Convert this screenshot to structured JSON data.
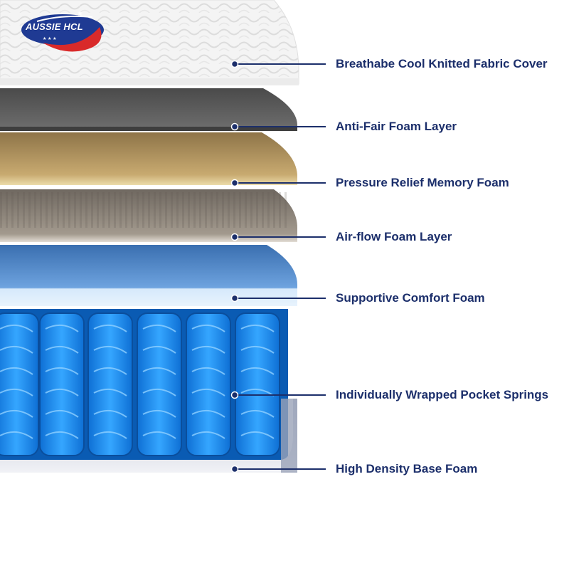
{
  "brand": {
    "logo_text": "AUSSIE HCL",
    "colors": {
      "blue": "#1f3a93",
      "red": "#d92a2a",
      "white": "#ffffff"
    }
  },
  "layers": [
    {
      "label": "Breathabe Cool Knitted Fabric Cover",
      "color": "#f2f2f2"
    },
    {
      "label": "Anti-Fair Foam Layer",
      "color": "#5e5e5e"
    },
    {
      "label": "Pressure Relief Memory Foam",
      "color": "#a88d5a"
    },
    {
      "label": "Air-flow Foam Layer",
      "color": "#7d766c"
    },
    {
      "label": "Supportive Comfort Foam",
      "color": "#4a83c6"
    },
    {
      "label": "Individually Wrapped Pocket Springs",
      "color": "#1a8ff0"
    },
    {
      "label": "High Density Base Foam",
      "color": "#d9dce6"
    }
  ],
  "accent_color": "#1c2f6b"
}
